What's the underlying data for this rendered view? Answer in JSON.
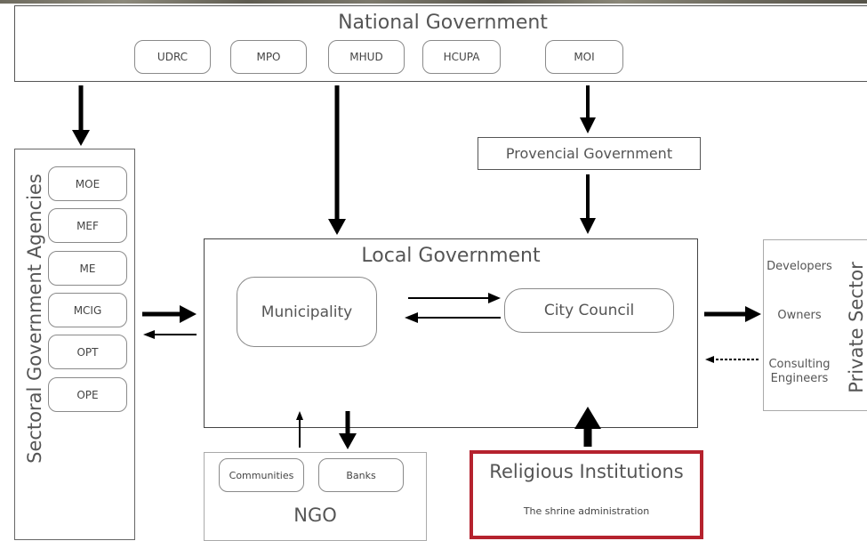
{
  "national": {
    "title": "National Government",
    "agencies": [
      "UDRC",
      "MPO",
      "MHUD",
      "HCUPA",
      "MOI"
    ]
  },
  "provincial": {
    "title": "Provencial Government"
  },
  "sectoral": {
    "title": "Sectoral Government Agencies",
    "agencies": [
      "MOE",
      "MEF",
      "ME",
      "MCIG",
      "OPT",
      "OPE"
    ]
  },
  "local": {
    "title": "Local Government",
    "municipality": "Municipality",
    "city_council": "City Council"
  },
  "private": {
    "title": "Private Sector",
    "items": [
      "Developers",
      "Owners",
      "Consulting Engineers"
    ]
  },
  "ngo": {
    "title": "NGO",
    "items": [
      "Communities",
      "Banks"
    ]
  },
  "religious": {
    "title": "Religious Institutions",
    "subtitle": "The shrine administration",
    "border_color": "#b5222e"
  }
}
